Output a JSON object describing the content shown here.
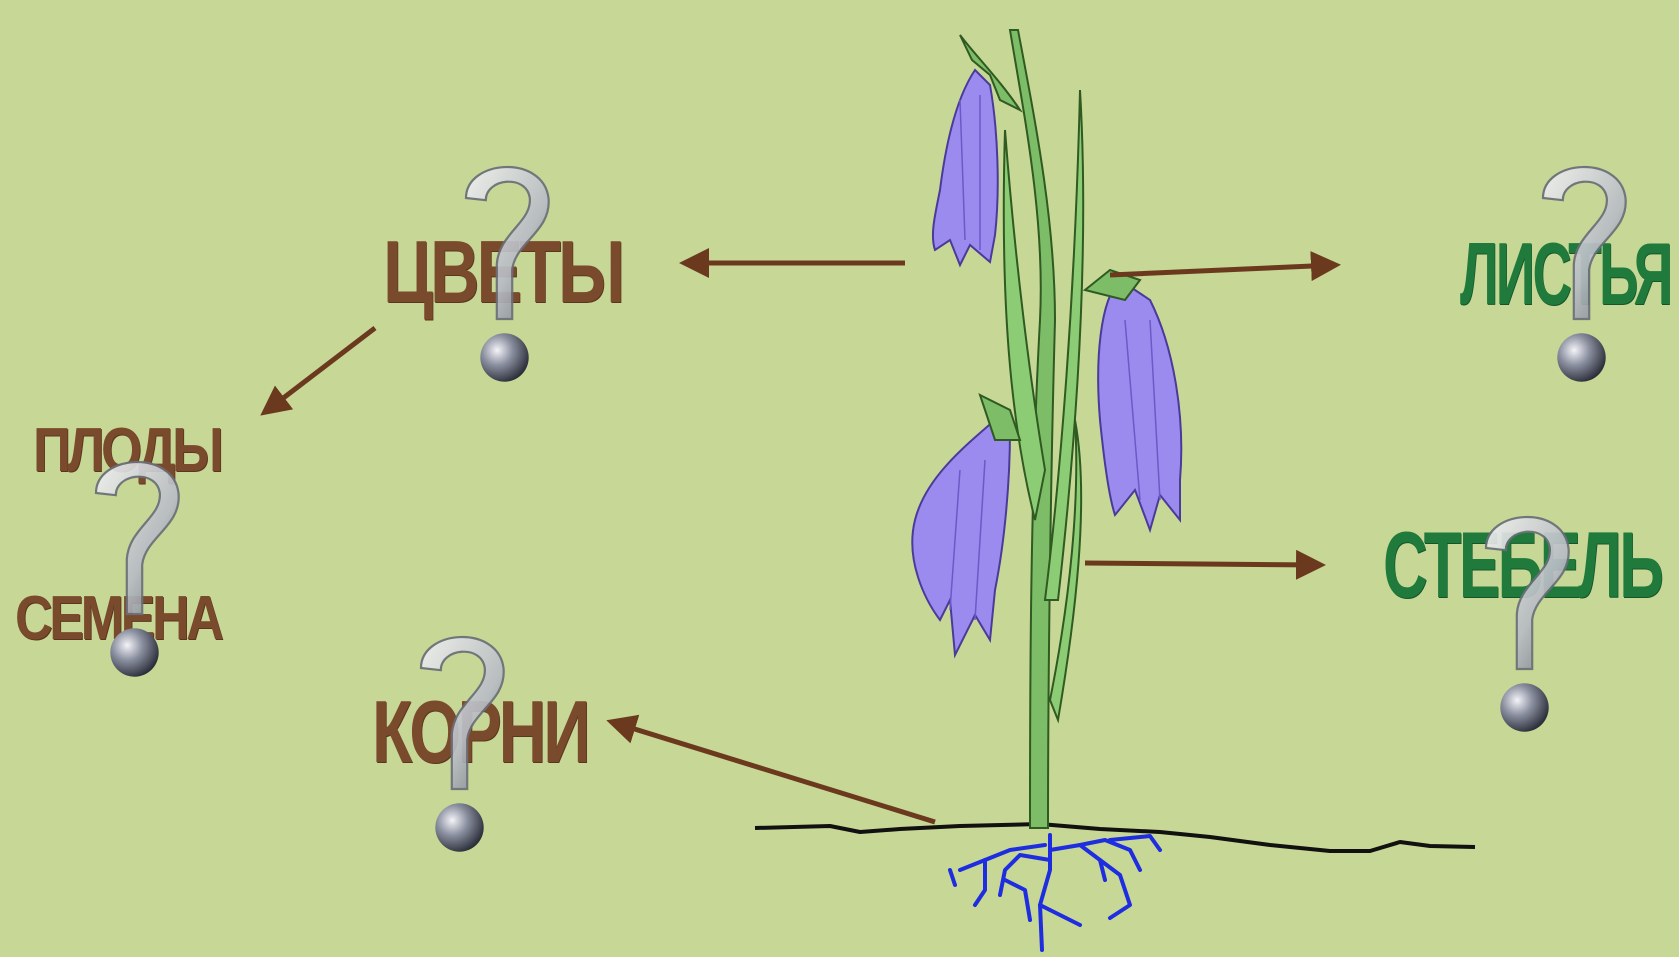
{
  "labels": {
    "flowers": "ЦВЕТЫ",
    "fruits": "ПЛОДЫ",
    "seeds": "СЕМЕНА",
    "roots": "КОРНИ",
    "leaves": "ЛИСТЬЯ",
    "stem": "СТЕБЕЛЬ"
  },
  "colors": {
    "background": "#c7d795",
    "label_brown": "#7a4a2c",
    "label_green": "#1f7a3c",
    "arrow": "#6b3a1e",
    "stem": "#6fae5a",
    "flower": "#9b8bef",
    "roots": "#1f2de0",
    "ground": "#111111"
  },
  "icons": [
    "question-mark-icon"
  ]
}
